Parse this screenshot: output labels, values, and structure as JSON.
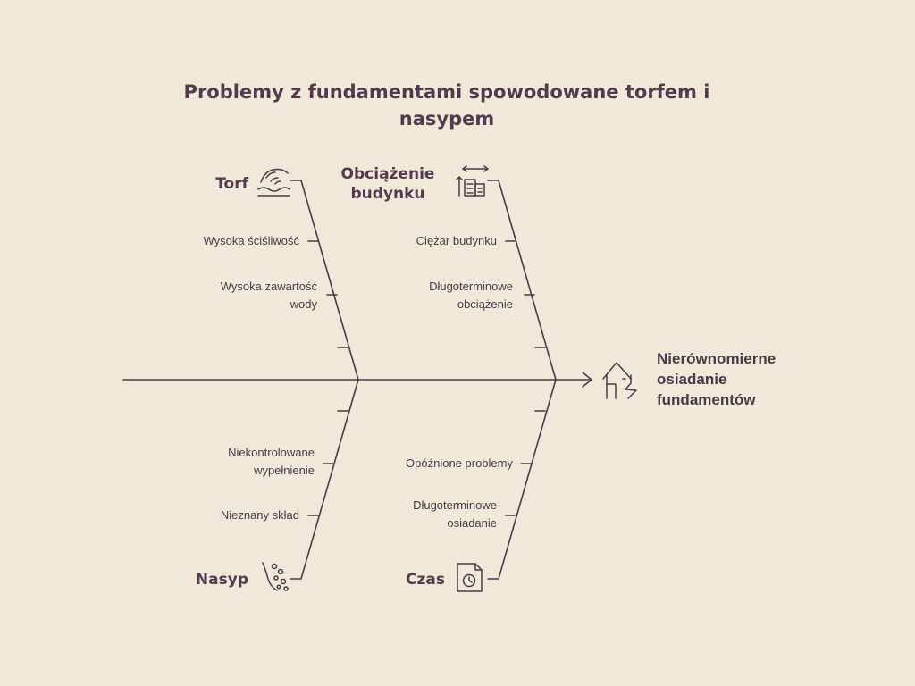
{
  "title": "Problemy z fundamentami spowodowane torfem i nasypem",
  "effect": "Nierównomierne osiadanie fundamentów",
  "categories": {
    "torf": {
      "label": "Torf",
      "causes": [
        "Wysoka ściśliwość",
        "Wysoka zawartość wody"
      ],
      "icon": "peat-hand-icon"
    },
    "obciazenie": {
      "label": "Obciążenie budynku",
      "causes": [
        "Ciężar budynku",
        "Długoterminowe obciążenie"
      ],
      "icon": "building-load-icon"
    },
    "nasyp": {
      "label": "Nasyp",
      "causes": [
        "Niekontrolowane wypełnienie",
        "Nieznany skład"
      ],
      "icon": "fill-slope-icon"
    },
    "czas": {
      "label": "Czas",
      "causes": [
        "Opóźnione problemy",
        "Długoterminowe osiadanie"
      ],
      "icon": "clock-document-icon"
    }
  },
  "effect_icon": "cracked-house-icon",
  "colors": {
    "background": "#f0e9d9",
    "line": "#4a3a48",
    "heading": "#533a4e"
  }
}
